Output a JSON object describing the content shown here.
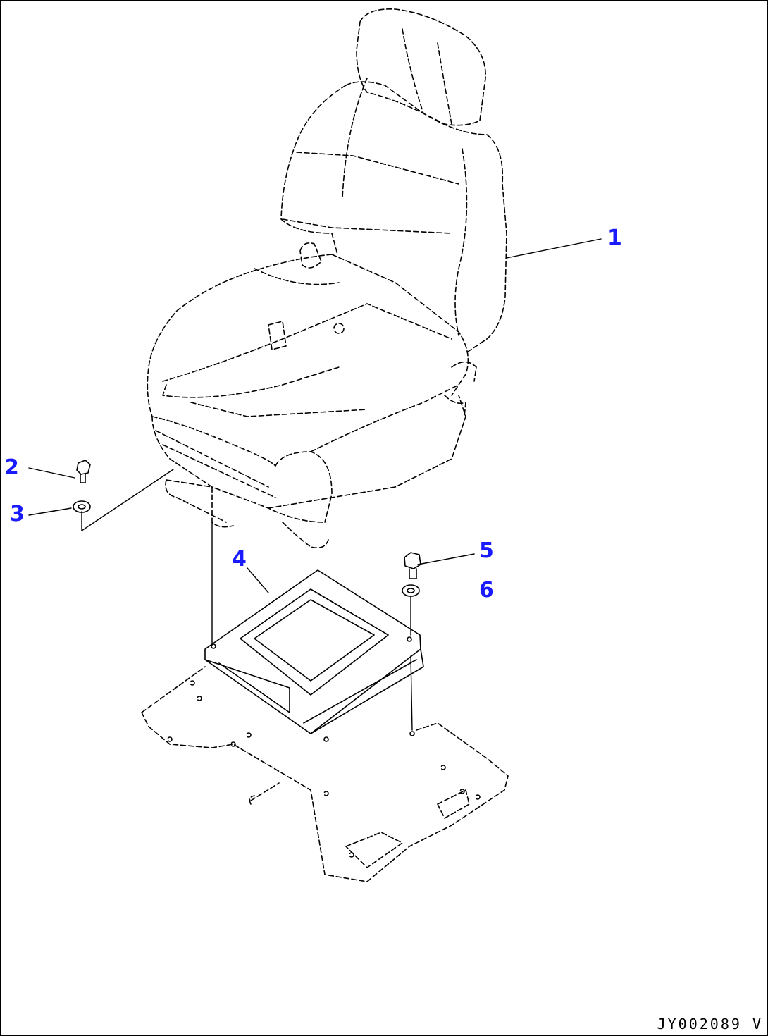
{
  "callouts": {
    "c1": "1",
    "c2": "2",
    "c3": "3",
    "c4": "4",
    "c5": "5",
    "c6": "6"
  },
  "drawing_id": "JY002089 V",
  "colors": {
    "callout": "#1a1aff",
    "line": "#000000",
    "background": "#ffffff"
  }
}
